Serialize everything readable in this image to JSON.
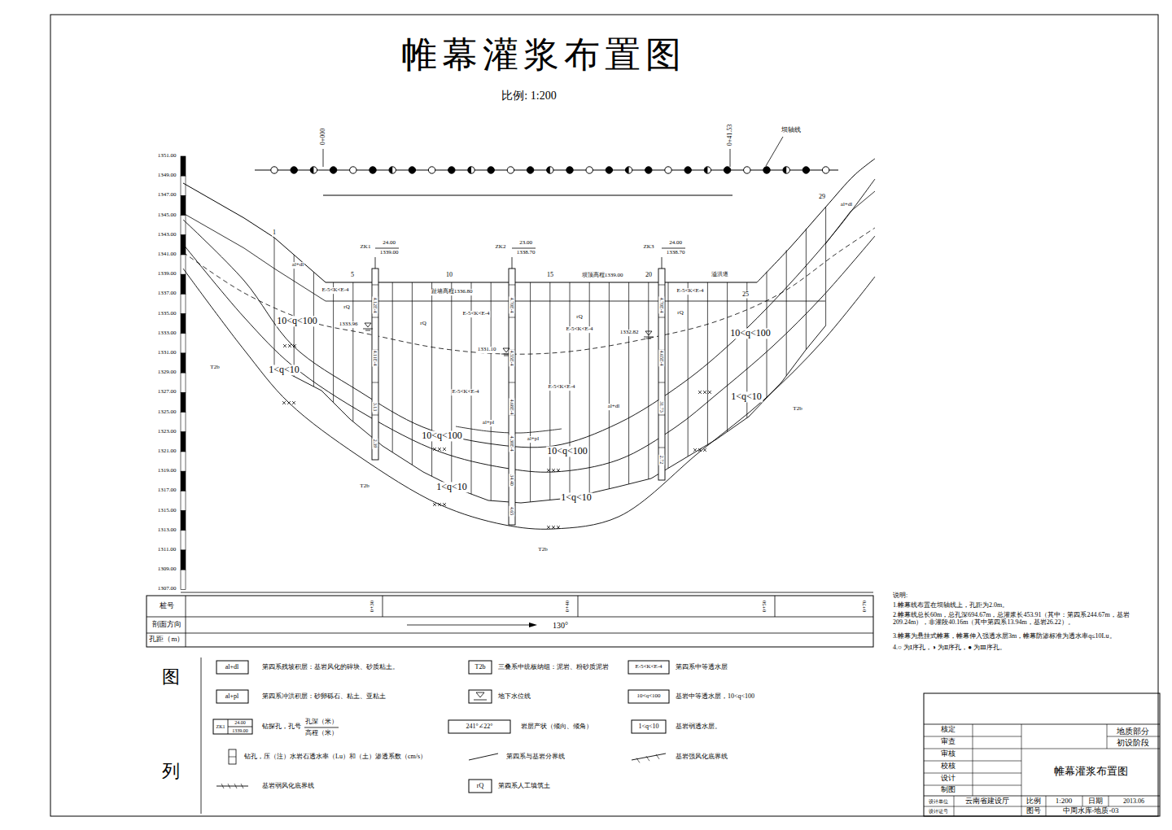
{
  "diagram": {
    "title": "帷幕灌浆布置图",
    "labels": [
      "比例: 1:200",
      "0+000",
      "0+41.53",
      "坝轴线",
      "1351.00",
      "1349.00",
      "1347.00",
      "1345.00",
      "1343.00",
      "1341.00",
      "1339.00",
      "1337.00",
      "1335.00",
      "1333.00",
      "1331.00",
      "1329.00",
      "1327.00",
      "1325.00",
      "1323.00",
      "1321.00",
      "1319.00",
      "1317.00",
      "1315.00",
      "1313.00",
      "1311.00",
      "1309.00",
      "1307.00",
      "1",
      "5",
      "10",
      "15",
      "20",
      "25",
      "29",
      "ZK1",
      "24.00",
      "1339.00",
      "ZK2",
      "23.00",
      "1338.70",
      "ZK3",
      "24.00",
      "1338.70",
      "坝顶高程1339.00",
      "趾墙高程1336.80",
      "溢洪道",
      "al+dl",
      "al+dl",
      "al+dl",
      "rQ",
      "rQ",
      "rQ",
      "rQ",
      "E-5<K<E-4",
      "E-5<K<E-4",
      "E-5<K<E-4",
      "E-5<K<E-4",
      "E-5<K<E-4",
      "E-5<K<E-4",
      "10<q<100",
      "10<q<100",
      "10<q<100",
      "10<q<100",
      "1<q<10",
      "1<q<10",
      "1<q<10",
      "1<q<10",
      "1333.96",
      "1331.10",
      "1332.82",
      "T2b",
      "T2b",
      "T2b",
      "T2b",
      "al+pl",
      "al+pl",
      "4.12E-4",
      "4.11E-4",
      "3.13",
      "2.39",
      "4.70E-4",
      "4.55E-4",
      "4.68E-4",
      "4.30E-4",
      "34.40",
      "4.65",
      "4.70E-4",
      "4.65E-4",
      "31.73",
      "2.72",
      "桩号",
      "剖面方向",
      "孔距（m）",
      "0+30",
      "0+40",
      "0+50",
      "0+70",
      "130°",
      "说明:",
      "1.帷幕线布置在坝轴线上，孔距为2.0m。",
      "2.帷幕线总长60m，总孔深694.67m，总灌浆长453.91（其中：第四系244.67m，基岩209.24m），非灌段40.16m（其中第四系13.94m，基岩26.22）。",
      "3.帷幕为悬挂式帷幕，帷幕伸入强透水层3m，帷幕防渗标准为透水率q≤10Lu。",
      "4.○ 为Ⅰ序孔，◑ 为Ⅱ序孔，● 为Ⅲ序孔。",
      "al+dl",
      "al+pl",
      "ZK1",
      "24.00",
      "1339.00",
      "孔深（米）",
      "高程（米）",
      "T2b",
      "241°∠22°",
      "E-5<K<E-4",
      "10<q<100",
      "1<q<10",
      "rQ",
      "图",
      "列",
      "核定",
      "审查",
      "审核",
      "校核",
      "设计",
      "制图",
      "地质部分",
      "初设阶段",
      "帷幕灌浆布置图",
      "设计单位",
      "云南省建设厅",
      "比例",
      "1:200",
      "日期",
      "2013.06",
      "设计证号",
      "图号",
      "中周水库-地质-03"
    ],
    "legend": [
      {
        "text": "第四系残坡积层：基岩风化的碎块、砂质粘土。"
      },
      {
        "text": "第四系冲洪积层：砂卵砾石、粘土、亚粘土"
      },
      {
        "text": "钻探孔，孔号"
      },
      {
        "text": "钻孔，压（注）水岩石透水率（Lu）和（土）渗透系数（cm/s）"
      },
      {
        "text": "基岩弱风化底界线"
      },
      {
        "text": "三叠系中统板纳组：泥岩、粉砂质泥岩"
      },
      {
        "text": "地下水位线"
      },
      {
        "text": "岩层产状（倾向、倾角）"
      },
      {
        "text": "第四系与基岩分界线"
      },
      {
        "text": "第四系人工填筑土"
      },
      {
        "text": "第四系中等透水层"
      },
      {
        "text": "基岩中等透水层，10<q<100"
      },
      {
        "text": "基岩弱透水层。"
      },
      {
        "text": "基岩强风化底界线"
      }
    ]
  }
}
